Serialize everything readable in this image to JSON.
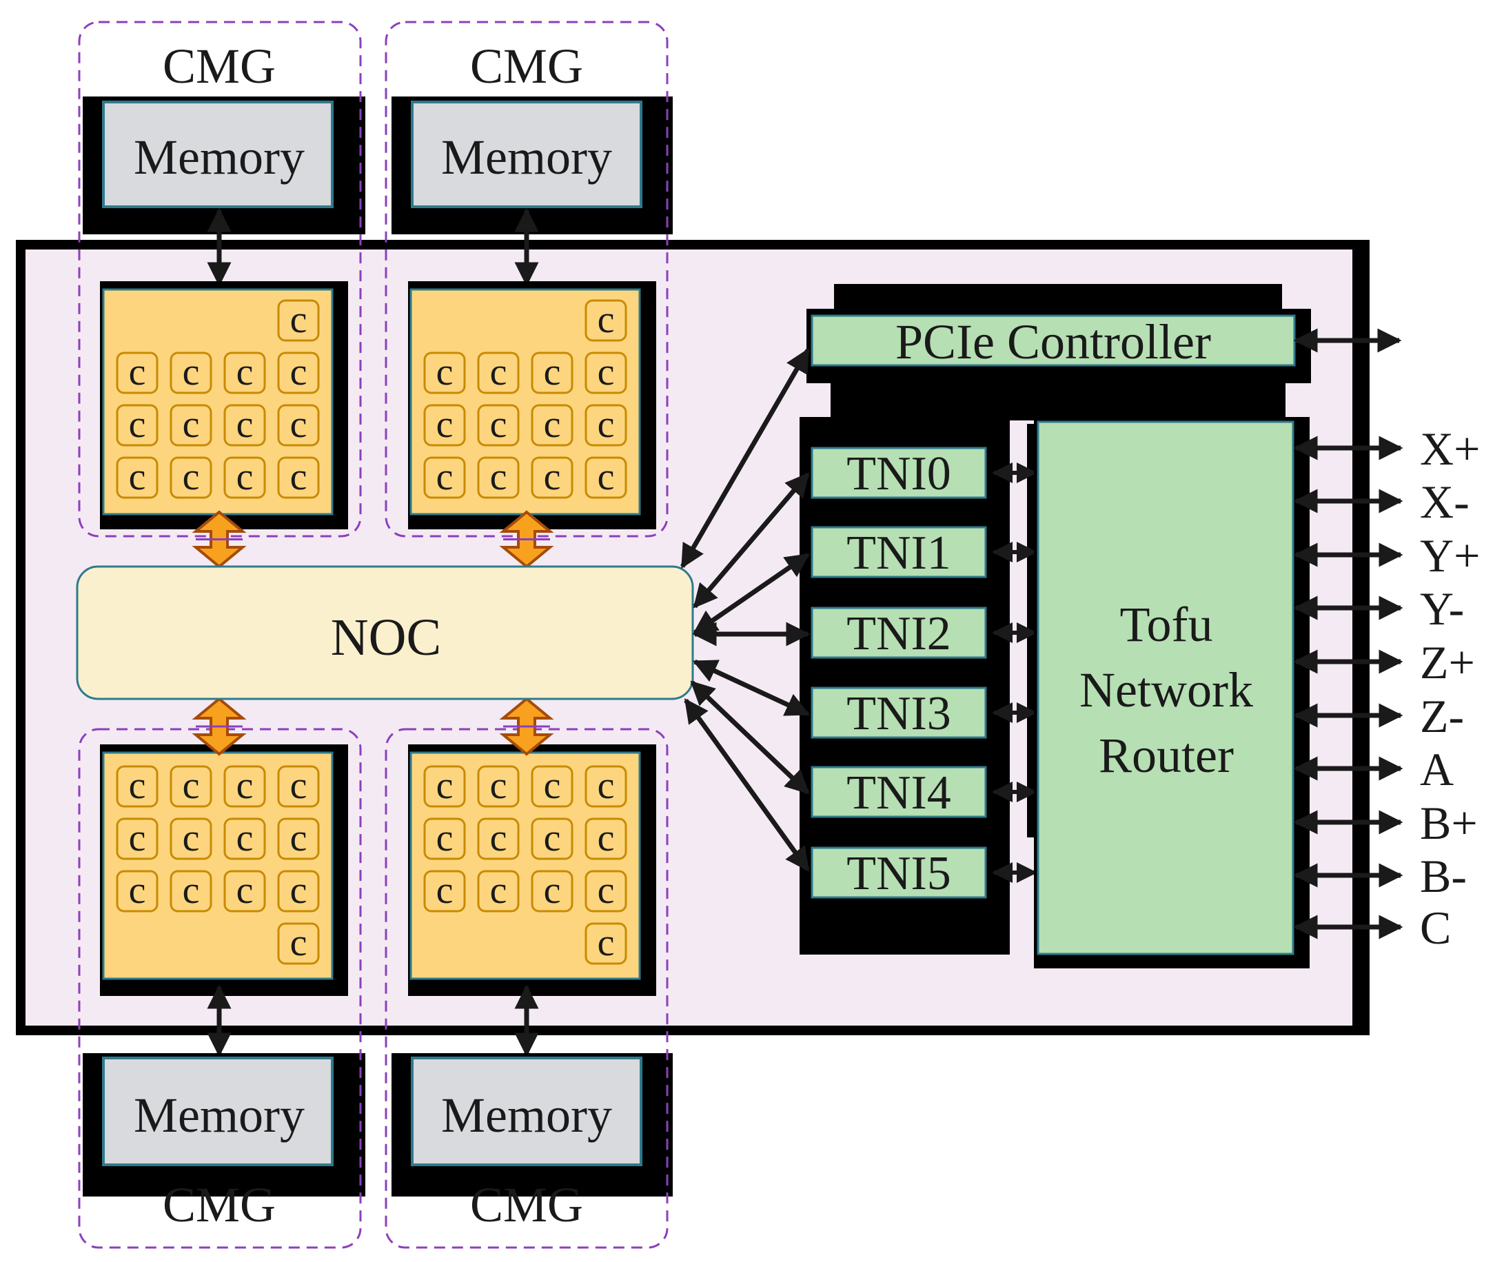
{
  "cmg": {
    "tl": {
      "title": "CMG",
      "memory": "Memory"
    },
    "tr": {
      "title": "CMG",
      "memory": "Memory"
    },
    "bl": {
      "title": "CMG",
      "memory": "Memory"
    },
    "br": {
      "title": "CMG",
      "memory": "Memory"
    }
  },
  "core_label": "c",
  "noc_label": "NOC",
  "pcie_label": "PCIe Controller",
  "tni_labels": [
    "TNI0",
    "TNI1",
    "TNI2",
    "TNI3",
    "TNI4",
    "TNI5"
  ],
  "router": {
    "line1": "Tofu",
    "line2": "Network",
    "line3": "Router"
  },
  "ports": [
    "X+",
    "X-",
    "Y+",
    "Y-",
    "Z+",
    "Z-",
    "A",
    "B+",
    "B-",
    "C"
  ],
  "colors": {
    "chip_bg": "#f4eaf4",
    "core_block": "#fcd57e",
    "core_border": "#c98a00",
    "green_box": "#b6dfb3",
    "memory_box": "#d8dade",
    "noc_bg": "#fbf0cd",
    "teal_border": "#2e7a8c",
    "cmg_dash": "#8c3fbd",
    "noc_arrow": "#f7a11e"
  }
}
